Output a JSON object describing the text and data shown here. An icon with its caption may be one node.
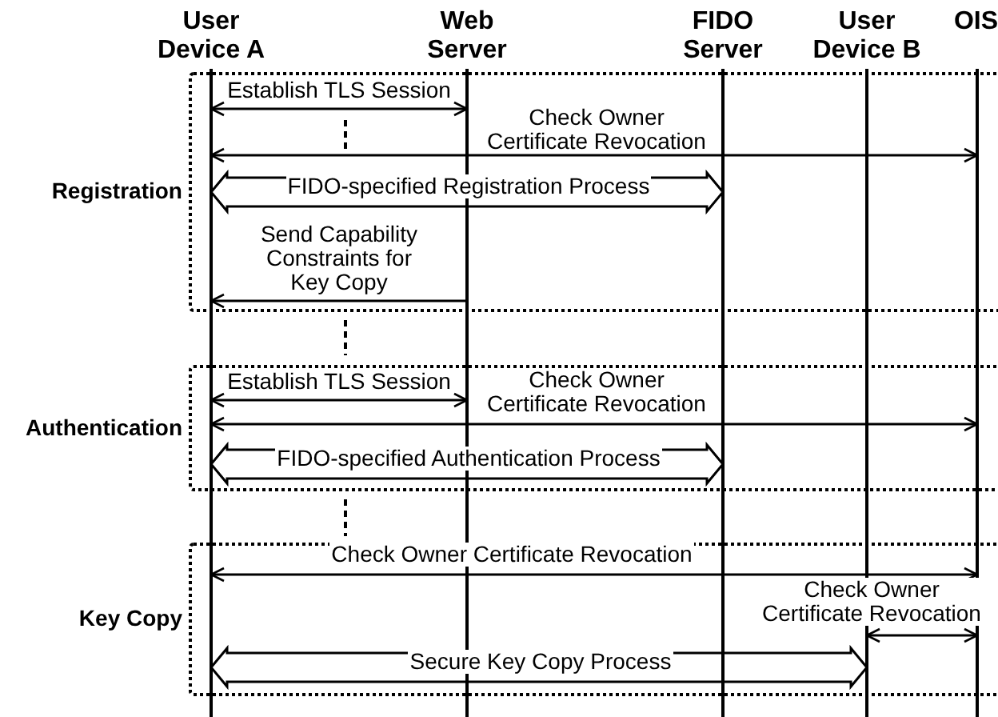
{
  "diagram": {
    "nodes": [
      {
        "text": [
          "User Device A"
        ]
      },
      {
        "text": [
          "Web Server"
        ]
      },
      {
        "text": [
          "FIDO Server"
        ]
      },
      {
        "text": [
          "User Device B"
        ]
      },
      {
        "text": [
          "OIS"
        ]
      },
      {
        "text": [
          "Registration"
        ]
      },
      {
        "text": [
          "Authentication"
        ]
      },
      {
        "text": [
          "Key Copy"
        ]
      }
    ],
    "edges": [
      {
        "from": 0,
        "to": 1,
        "arrow": "both",
        "label": "Establish TLS Session"
      },
      {
        "from": 0,
        "to": 4,
        "arrow": "both",
        "label": "Check Owner Certificate Revocation"
      },
      {
        "from": 0,
        "to": 2,
        "arrow": "both",
        "label": "FIDO-specified Registration Process",
        "style": "thick"
      },
      {
        "from": 1,
        "to": 0,
        "arrow": "to",
        "label": "Send Capability Constraints for Key Copy"
      },
      {
        "from": 0,
        "to": 1,
        "arrow": "both",
        "label": "Establish TLS Session"
      },
      {
        "from": 0,
        "to": 4,
        "arrow": "both",
        "label": "Check Owner Certificate Revocation"
      },
      {
        "from": 0,
        "to": 2,
        "arrow": "both",
        "label": "FIDO-specified Authentication Process",
        "style": "thick"
      },
      {
        "from": 0,
        "to": 4,
        "arrow": "both",
        "label": "Check Owner Certificate Revocation"
      },
      {
        "from": 3,
        "to": 4,
        "arrow": "both",
        "label": "Check Owner Certificate Revocation"
      },
      {
        "from": 0,
        "to": 3,
        "arrow": "both",
        "label": "Secure Key Copy Process",
        "style": "thick"
      }
    ]
  }
}
